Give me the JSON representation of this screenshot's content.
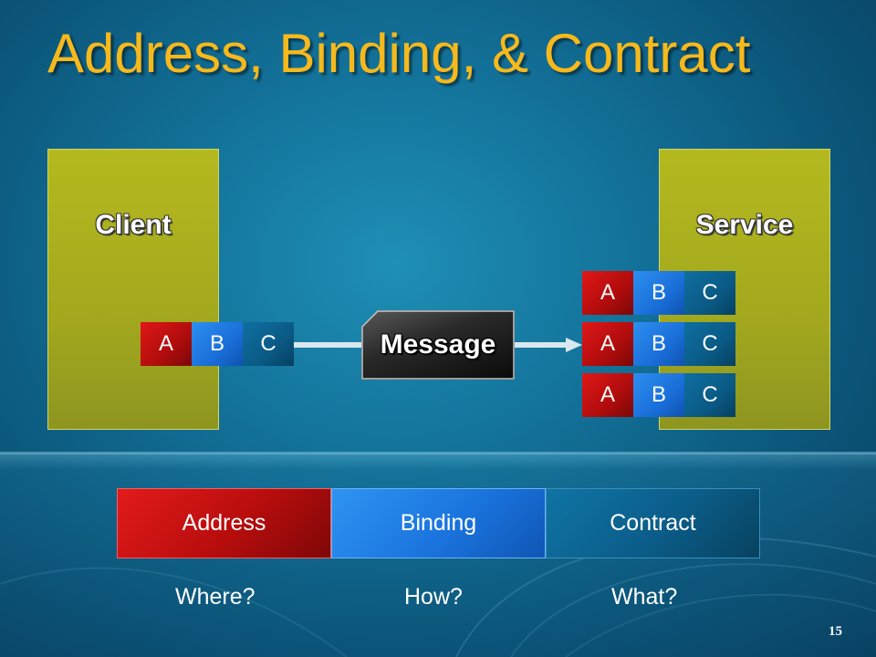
{
  "slide": {
    "title": "Address, Binding, & Contract",
    "page_number": "15"
  },
  "client": {
    "label": "Client"
  },
  "service": {
    "label": "Service"
  },
  "message": {
    "label": "Message"
  },
  "abc": {
    "a": "A",
    "b": "B",
    "c": "C"
  },
  "legend": {
    "address": "Address",
    "binding": "Binding",
    "contract": "Contract"
  },
  "questions": {
    "where": "Where?",
    "how": "How?",
    "what": "What?"
  },
  "colors": {
    "title": "#f6b91c",
    "panel": "#a8ad1e",
    "address": "#c81010",
    "binding": "#1e78e0",
    "contract": "#0a5d8a"
  }
}
